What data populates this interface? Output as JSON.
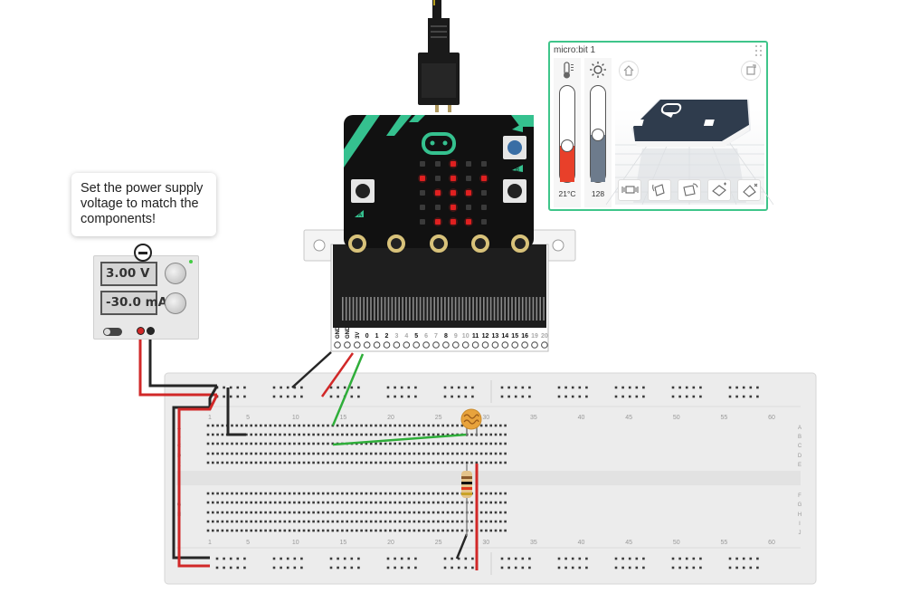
{
  "tooltip": {
    "lines": [
      "Set the power supply",
      "voltage to match the",
      "components!"
    ]
  },
  "power_supply": {
    "voltage": "3.00 V",
    "current": "-30.0 mA",
    "terminals": [
      "red",
      "black"
    ]
  },
  "microbit_panel": {
    "title": "micro:bit 1",
    "temperature": "21°C",
    "temperature_fraction": 0.38,
    "light_level": "128",
    "light_fraction": 0.5,
    "icons": {
      "temperature": "thermometer-icon",
      "light": "sun-icon",
      "home": "home-icon",
      "reset_view": "reset-view-icon",
      "gestures": [
        "shake-icon",
        "tilt-left-icon",
        "tilt-up-icon",
        "tilt-down-icon",
        "tilt-right-icon"
      ]
    }
  },
  "microbit": {
    "button_a": "A",
    "button_b": "B",
    "pin_labels": [
      "GND",
      "GND",
      "3V",
      "0",
      "1",
      "2",
      "3",
      "4",
      "5",
      "6",
      "7",
      "8",
      "9",
      "10",
      "11",
      "12",
      "13",
      "14",
      "15",
      "16",
      "19",
      "20"
    ],
    "led_matrix": [
      [
        0,
        0,
        1,
        0,
        0
      ],
      [
        1,
        0,
        1,
        0,
        1
      ],
      [
        0,
        1,
        1,
        1,
        0
      ],
      [
        0,
        0,
        1,
        0,
        0
      ],
      [
        0,
        1,
        1,
        1,
        0
      ]
    ],
    "colors": {
      "board": "#111111",
      "accent": "#35c18f",
      "led_on": "#e02020",
      "led_off": "#3a3a3a"
    }
  },
  "breadboard": {
    "column_numbers": [
      "1",
      "5",
      "10",
      "15",
      "20",
      "25",
      "30",
      "35",
      "40",
      "45",
      "50",
      "55",
      "60"
    ],
    "row_letters_top": [
      "A",
      "B",
      "C",
      "D",
      "E"
    ],
    "row_letters_bottom": [
      "F",
      "G",
      "H",
      "I",
      "J"
    ]
  },
  "wires": {
    "colors": {
      "red": "#d12828",
      "black": "#262626",
      "green": "#2fae3a"
    }
  }
}
